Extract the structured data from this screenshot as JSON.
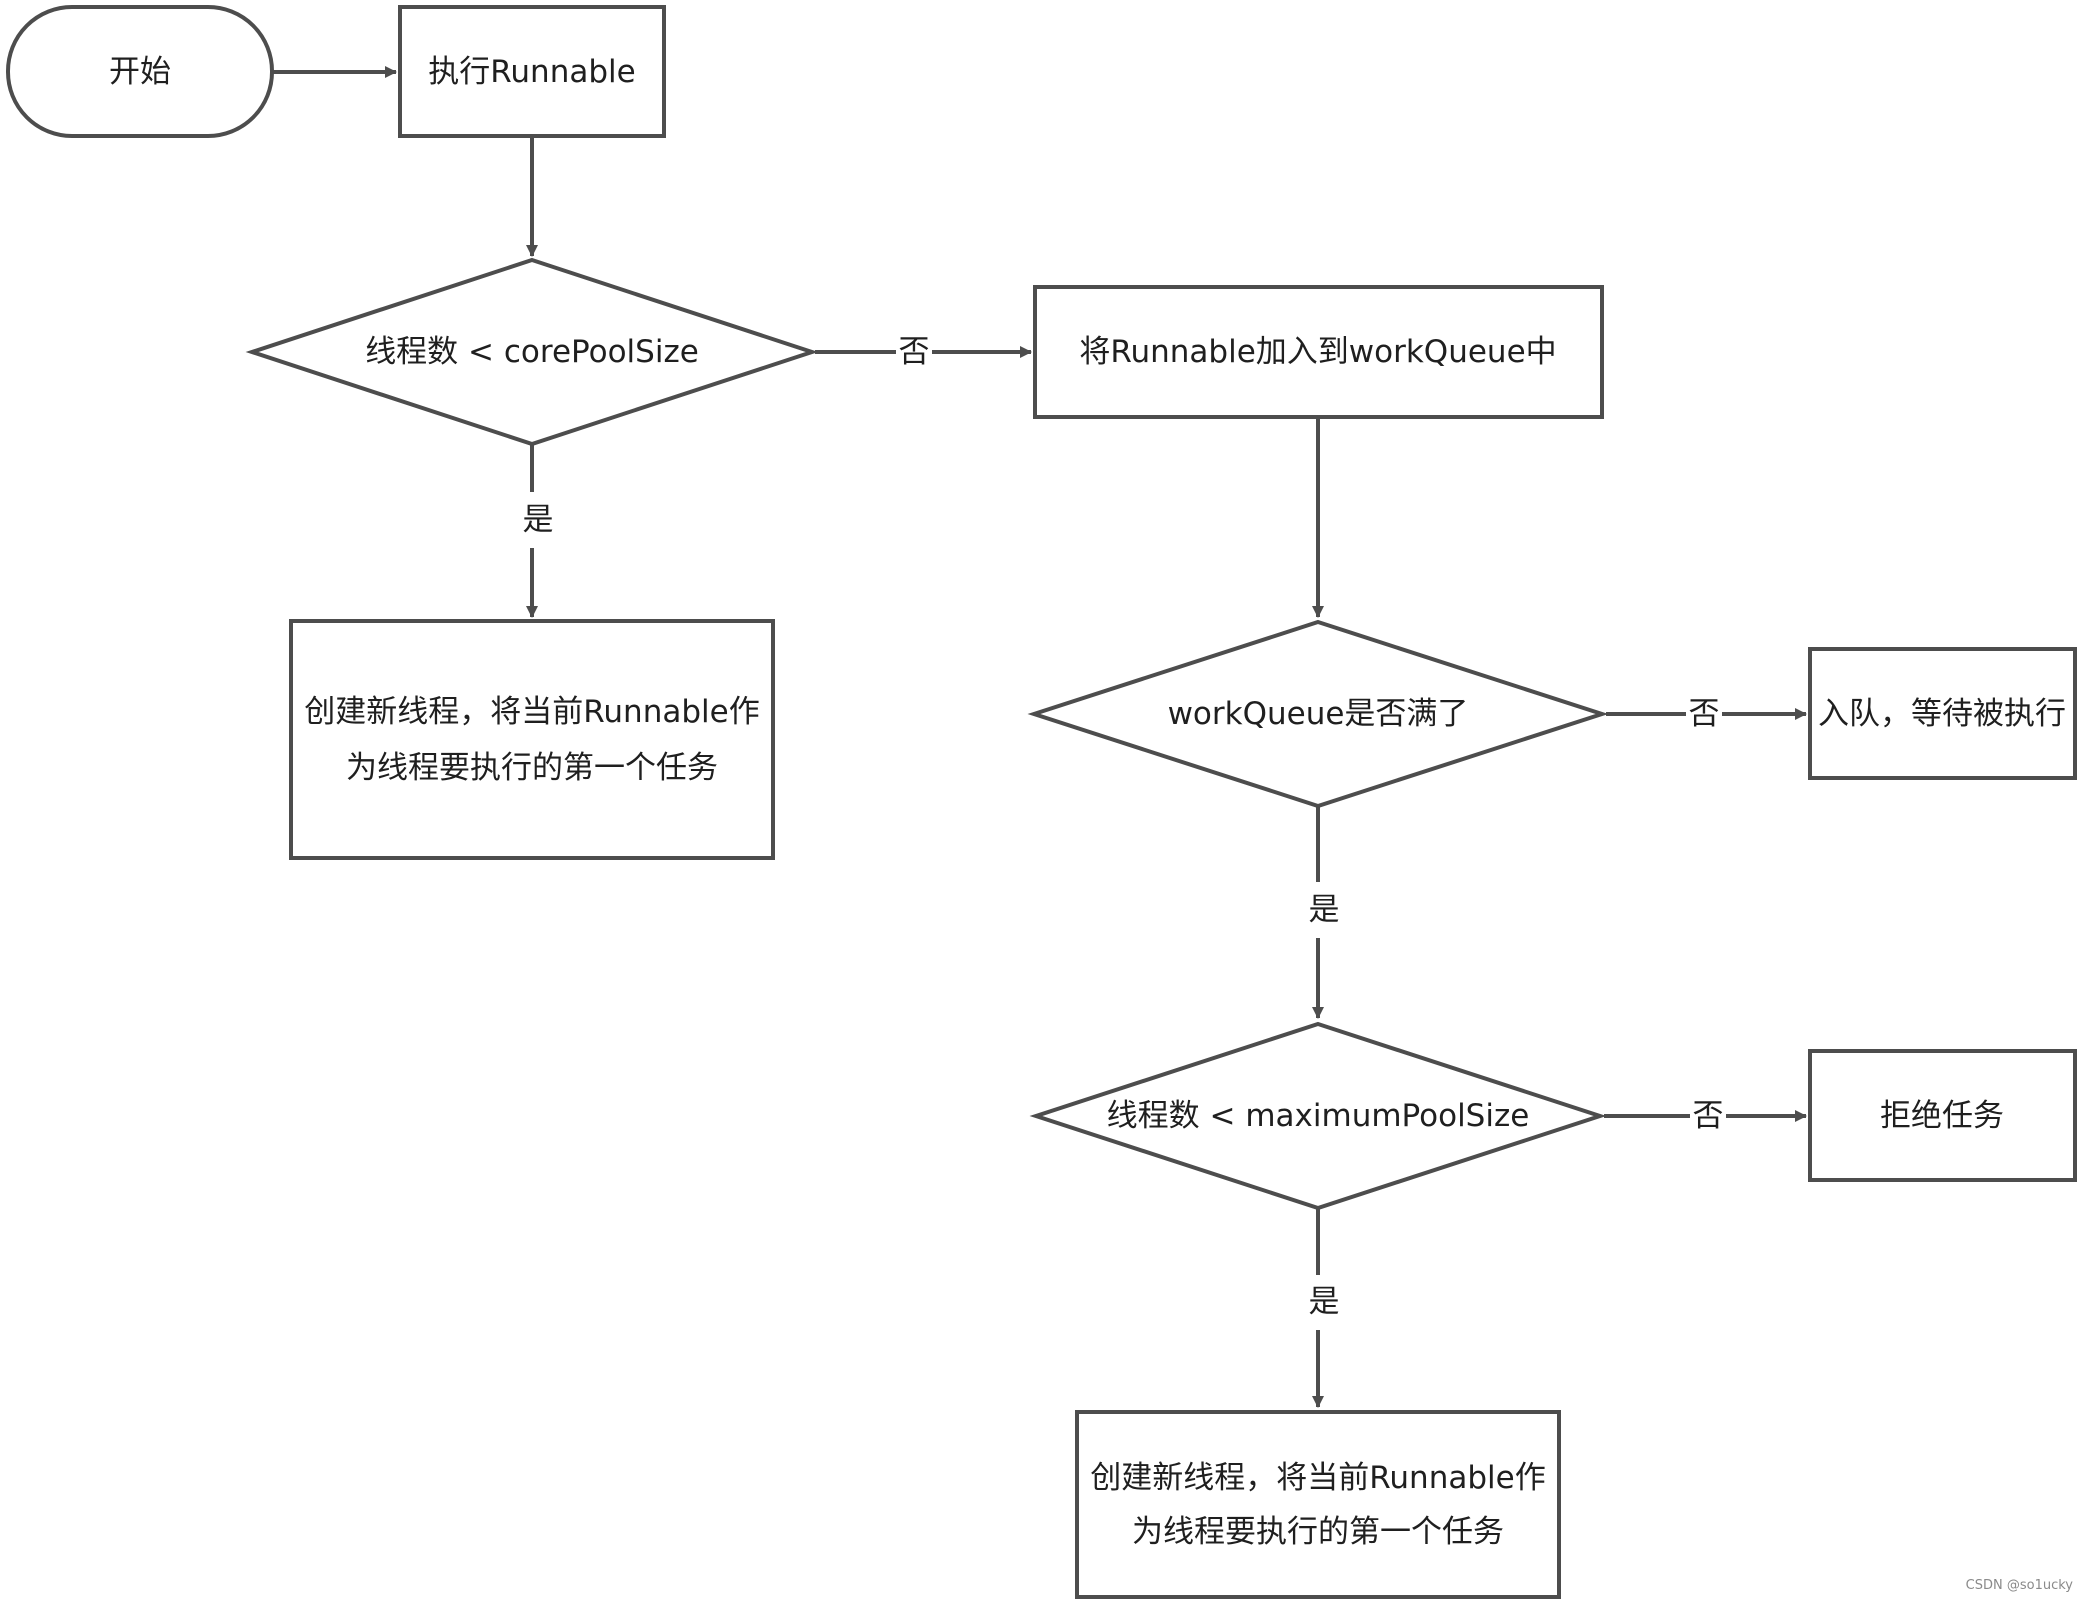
{
  "nodes": {
    "start": "开始",
    "execute": "执行Runnable",
    "core_check": "线程数 < corePoolSize",
    "add_queue": "将Runnable加入到workQueue中",
    "create_core": {
      "line1": "创建新线程，将当前Runnable作",
      "line2": "为线程要执行的第一个任务"
    },
    "queue_full": "workQueue是否满了",
    "enqueue_wait": "入队，等待被执行",
    "max_check": "线程数 < maximumPoolSize",
    "reject": "拒绝任务",
    "create_max": {
      "line1": "创建新线程，将当前Runnable作",
      "line2": "为线程要执行的第一个任务"
    }
  },
  "edge_labels": {
    "core_no": "否",
    "core_yes": "是",
    "queue_no": "否",
    "queue_yes": "是",
    "max_no": "否",
    "max_yes": "是"
  },
  "watermark": "CSDN @so1ucky",
  "colors": {
    "stroke": "#4d4d4d",
    "text": "#1f1f1f",
    "background": "#ffffff"
  }
}
